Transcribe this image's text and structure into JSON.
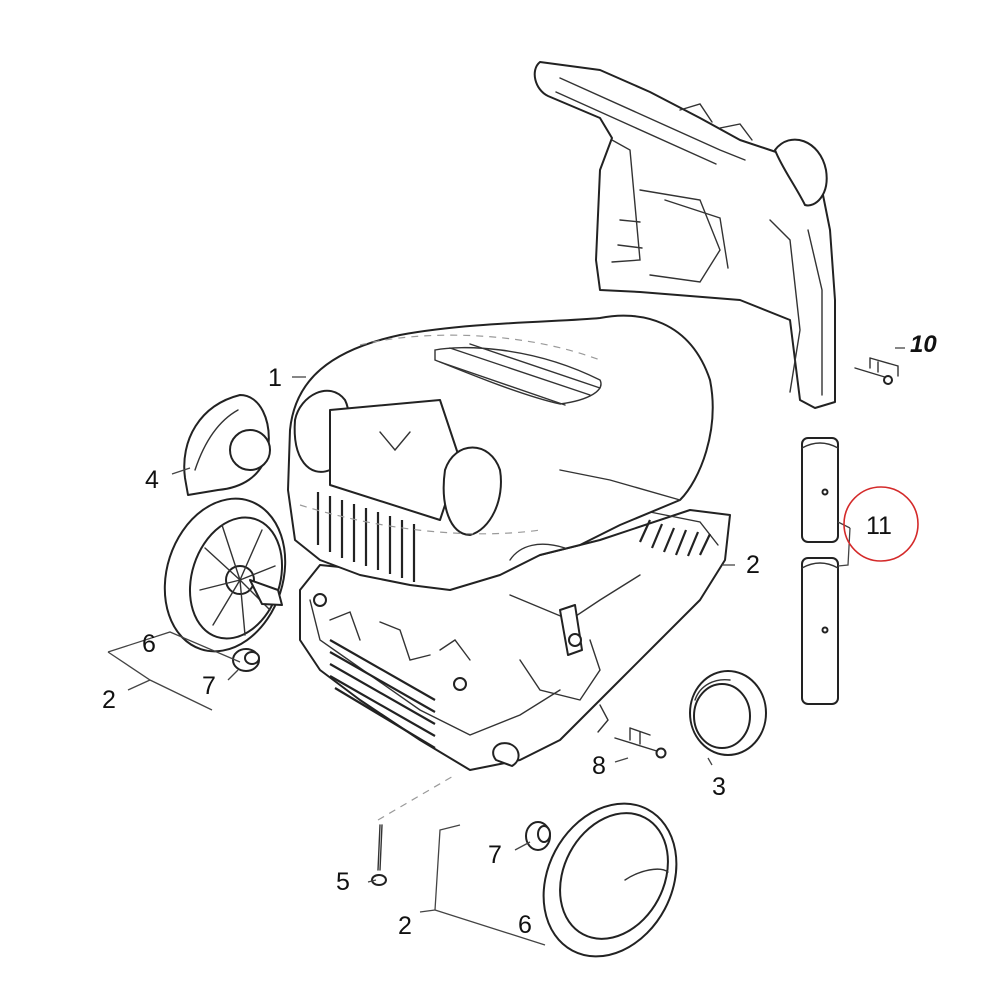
{
  "callouts": [
    {
      "id": "1-top-cover",
      "label": "1"
    },
    {
      "id": "2-base-right",
      "label": "2"
    },
    {
      "id": "2-wheel-left-set",
      "label": "2"
    },
    {
      "id": "2-wheel-bottom-set",
      "label": "2"
    },
    {
      "id": "3-hub-cap-right",
      "label": "3"
    },
    {
      "id": "4-hub-cover-left",
      "label": "4"
    },
    {
      "id": "5-screw",
      "label": "5"
    },
    {
      "id": "6-wheel-left",
      "label": "6"
    },
    {
      "id": "6-wheel-bottom",
      "label": "6"
    },
    {
      "id": "7-bushing-left",
      "label": "7"
    },
    {
      "id": "7-bushing-bottom",
      "label": "7"
    },
    {
      "id": "8-bolt",
      "label": "8"
    },
    {
      "id": "10-handle-screw",
      "label": "10"
    },
    {
      "id": "11-handle-grip",
      "label": "11"
    }
  ],
  "colors": {
    "highlight": "#d42a2a",
    "line": "#222222"
  }
}
